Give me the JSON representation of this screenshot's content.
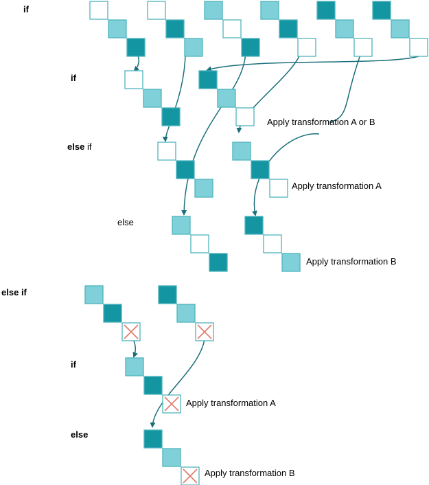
{
  "labels": {
    "top_if": "if",
    "nested_if": "if",
    "nested_else_if_word1": "else",
    "nested_else_if_word2": "if",
    "nested_else": "else",
    "second_else_if_word1": "else",
    "second_else_if_word2": "if",
    "second_if": "if",
    "second_else": "else"
  },
  "annotations": {
    "a_or_b": "Apply transformation A or B",
    "a_first": "Apply transformation A",
    "b_first": "Apply transformation B",
    "a_second": "Apply transformation A",
    "b_second": "Apply transformation B"
  },
  "colors": {
    "dark": "#1396a2",
    "light": "#7fd0d8",
    "empty": "#ffffff",
    "border": "#4fb3bd",
    "arrow": "#1a6f7a",
    "cross": "#e07a6a"
  }
}
